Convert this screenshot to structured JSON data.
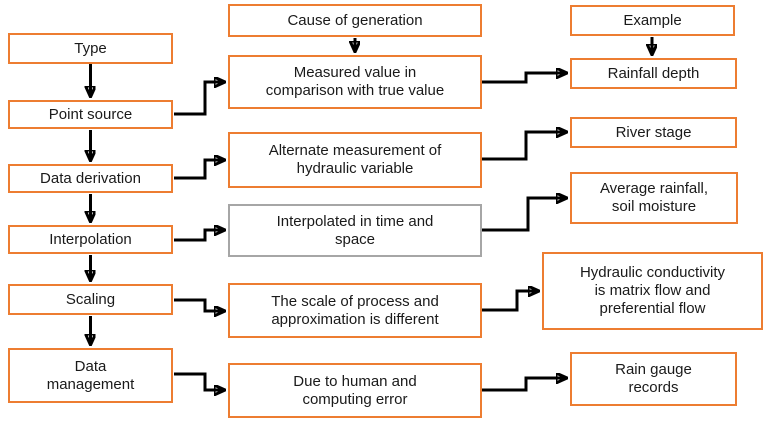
{
  "colors": {
    "box_border": "#ED7D31",
    "muted_box_border": "#A6A6A6",
    "connector": "#000000",
    "background": "#ffffff"
  },
  "nodes": {
    "type": {
      "label": "Type"
    },
    "point_source": {
      "label": "Point source"
    },
    "data_derivation": {
      "label": "Data derivation"
    },
    "interpolation": {
      "label": "Interpolation"
    },
    "scaling": {
      "label": "Scaling"
    },
    "data_management": {
      "label": "Data\nmanagement"
    },
    "cause_header": {
      "label": "Cause of generation"
    },
    "measured_value": {
      "label": "Measured value in\ncomparison with true value"
    },
    "alternate_measurement": {
      "label": "Alternate measurement of\nhydraulic variable"
    },
    "interpolated": {
      "label": "Interpolated in time and\nspace"
    },
    "scale_process": {
      "label": "The scale of process and\napproximation is different"
    },
    "human_error": {
      "label": "Due to human and\ncomputing error"
    },
    "example_header": {
      "label": "Example"
    },
    "rainfall_depth": {
      "label": "Rainfall depth"
    },
    "river_stage": {
      "label": "River stage"
    },
    "average_rainfall": {
      "label": "Average rainfall,\nsoil moisture"
    },
    "hydraulic_conductivity": {
      "label": "Hydraulic conductivity\nis matrix flow and\npreferential flow"
    },
    "rain_gauge": {
      "label": "Rain gauge\nrecords"
    }
  }
}
